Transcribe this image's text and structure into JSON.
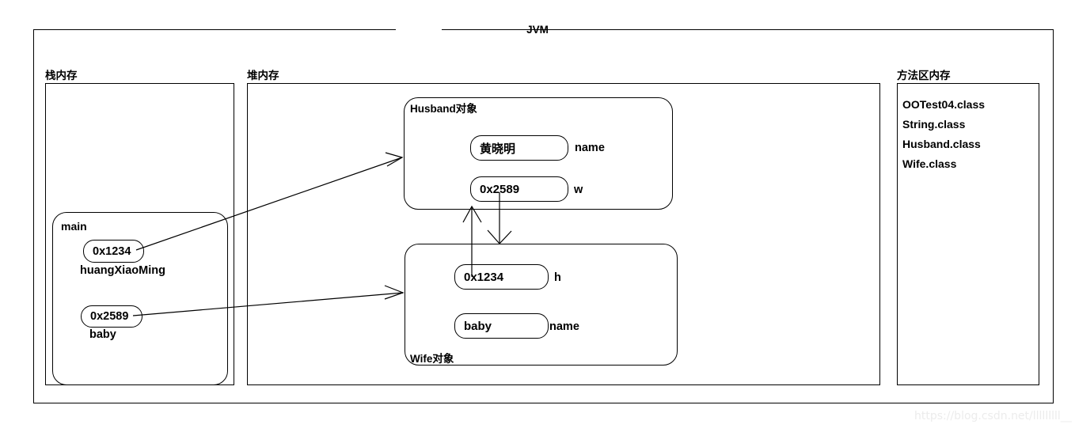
{
  "diagram": {
    "title": "JVM",
    "watermark": "https://blog.csdn.net/lllllllll__"
  },
  "stack_area": {
    "label": "栈内存",
    "frame": {
      "label": "main",
      "variables": [
        {
          "value": "0x1234",
          "name": "huangXiaoMing"
        },
        {
          "value": "0x2589",
          "name": "baby"
        }
      ]
    }
  },
  "heap_area": {
    "label": "堆内存",
    "objects": [
      {
        "label": "Husband对象",
        "label_position": "top",
        "fields": [
          {
            "value": "黄晓明",
            "name": "name"
          },
          {
            "value": "0x2589",
            "name": "w"
          }
        ]
      },
      {
        "label": "Wife对象",
        "label_position": "bottom",
        "fields": [
          {
            "value": "0x1234",
            "name": "h"
          },
          {
            "value": "baby",
            "name": "name"
          }
        ]
      }
    ]
  },
  "method_area": {
    "label": "方法区内存",
    "classes": [
      "OOTest04.class",
      "String.class",
      "Husband.class",
      "Wife.class"
    ]
  }
}
